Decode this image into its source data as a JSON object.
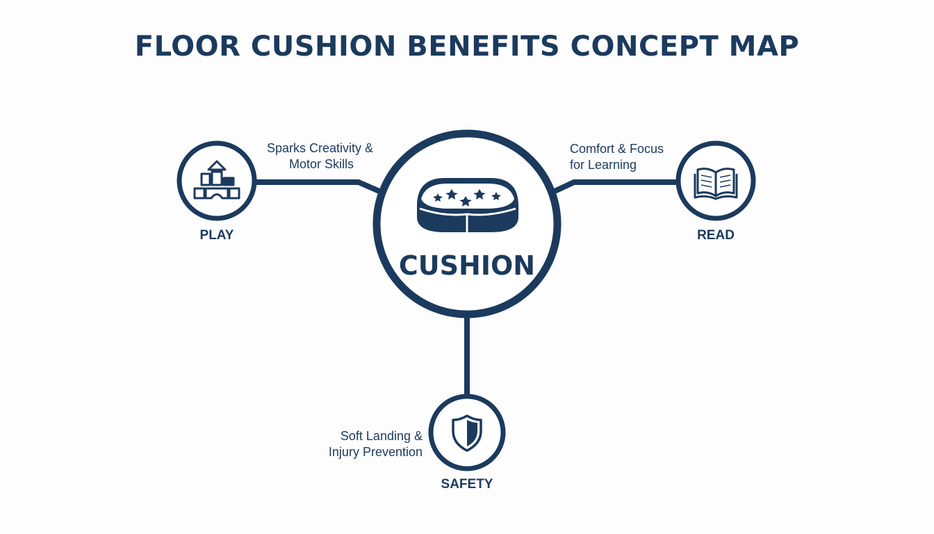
{
  "title": "FLOOR CUSHION BENEFITS CONCEPT MAP",
  "center": {
    "label": "CUSHION",
    "icon": "cushion-icon"
  },
  "nodes": {
    "play": {
      "label": "PLAY",
      "icon": "building-blocks-icon",
      "benefit_line1": "Sparks Creativity &",
      "benefit_line2": "Motor Skills"
    },
    "read": {
      "label": "READ",
      "icon": "open-book-icon",
      "benefit_line1": "Comfort & Focus",
      "benefit_line2": "for Learning"
    },
    "safety": {
      "label": "SAFETY",
      "icon": "shield-icon",
      "benefit_line1": "Soft Landing &",
      "benefit_line2": "Injury Prevention"
    }
  },
  "colors": {
    "primary": "#1b3a5e",
    "background": "#fdfdfd"
  }
}
